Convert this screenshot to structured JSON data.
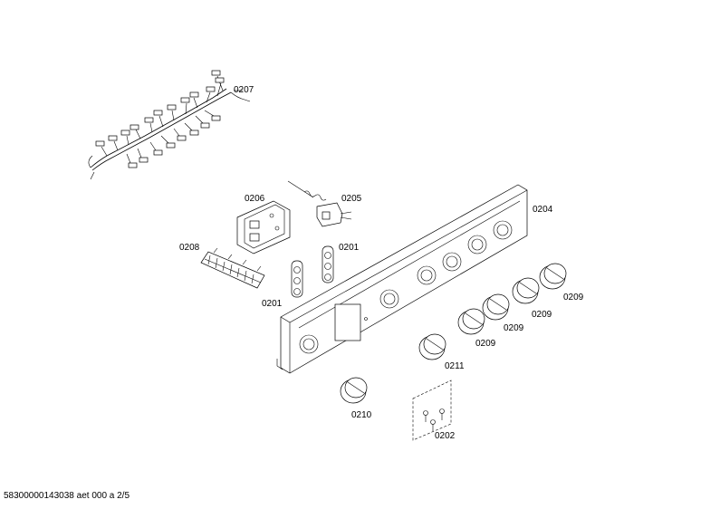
{
  "labels": {
    "p0207": "0207",
    "p0206": "0206",
    "p0205": "0205",
    "p0204": "0204",
    "p0208": "0208",
    "p0201a": "0201",
    "p0201b": "0201",
    "p0209a": "0209",
    "p0209b": "0209",
    "p0209c": "0209",
    "p0209d": "0209",
    "p0211": "0211",
    "p0210": "0210",
    "p0202": "0202"
  },
  "footer": "58300000143038 aet 000 a 2/5"
}
